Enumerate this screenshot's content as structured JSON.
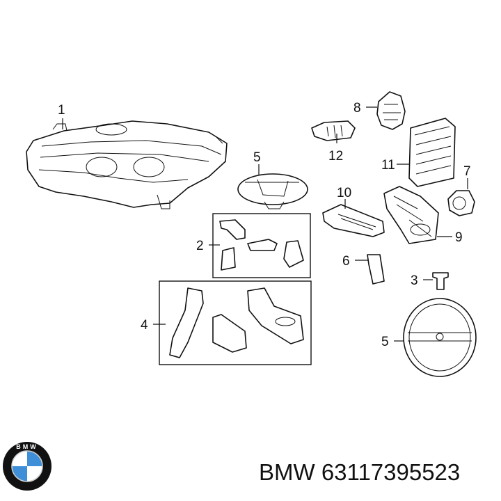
{
  "callouts": {
    "c1": "1",
    "c2": "2",
    "c3": "3",
    "c4": "4",
    "c5a": "5",
    "c5b": "5",
    "c6": "6",
    "c7": "7",
    "c8": "8",
    "c9": "9",
    "c10": "10",
    "c11": "11",
    "c12": "12"
  },
  "logo": {
    "text": "BMW",
    "colors": {
      "ring": "#111111",
      "blue": "#3f8fd8",
      "white": "#ffffff"
    }
  },
  "caption": {
    "brand": "BMW",
    "part_number": "63117395523"
  }
}
